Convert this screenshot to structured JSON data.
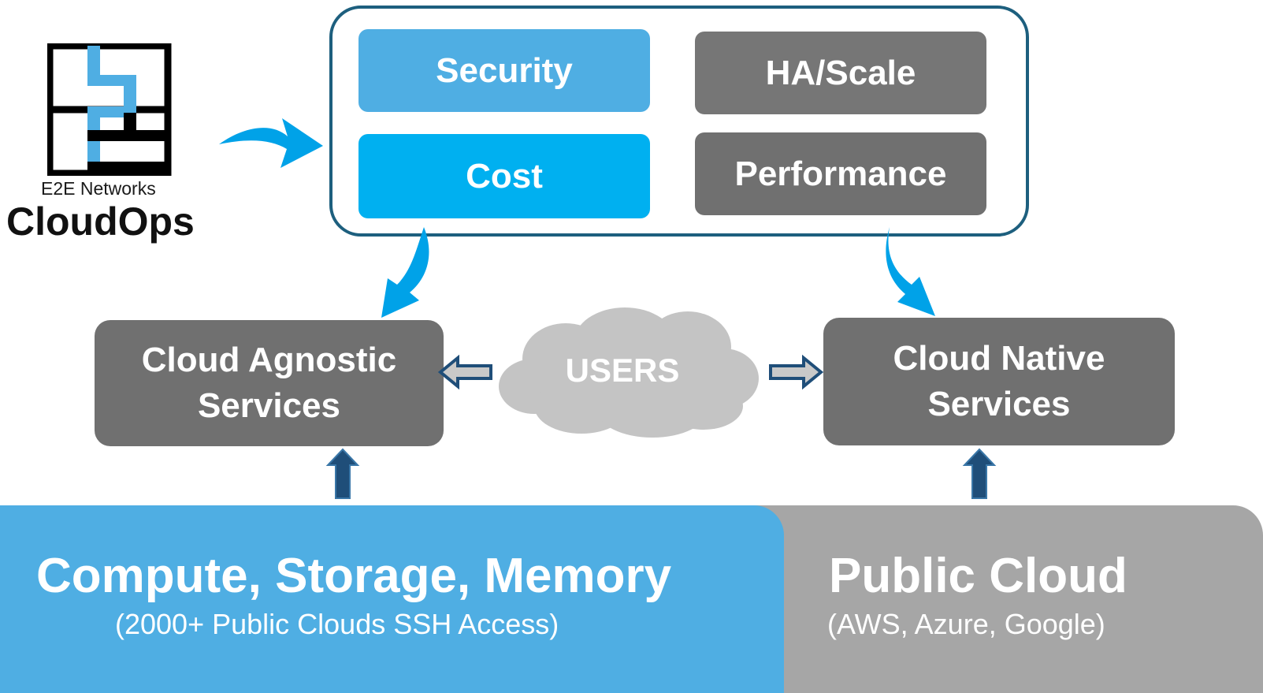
{
  "logo": {
    "caption": "E2E Networks",
    "title": "CloudOps"
  },
  "pillars": {
    "security": "Security",
    "cost": "Cost",
    "ha_scale": "HA/Scale",
    "performance": "Performance"
  },
  "services": {
    "agnostic_line1": "Cloud Agnostic",
    "agnostic_line2": "Services",
    "native_line1": "Cloud Native",
    "native_line2": "Services"
  },
  "users": "USERS",
  "bands": {
    "compute_title": "Compute, Storage, Memory",
    "compute_sub": "(2000+ Public Clouds SSH Access)",
    "cloud_title": "Public Cloud",
    "cloud_sub": "(AWS, Azure, Google)"
  },
  "colors": {
    "blue": "#4faee3",
    "bright_blue": "#00b0f0",
    "dark_gray": "#707070",
    "light_gray": "#a6a6a6",
    "panel_border": "#1d5f7e",
    "arrow_navy": "#1f4e79"
  }
}
